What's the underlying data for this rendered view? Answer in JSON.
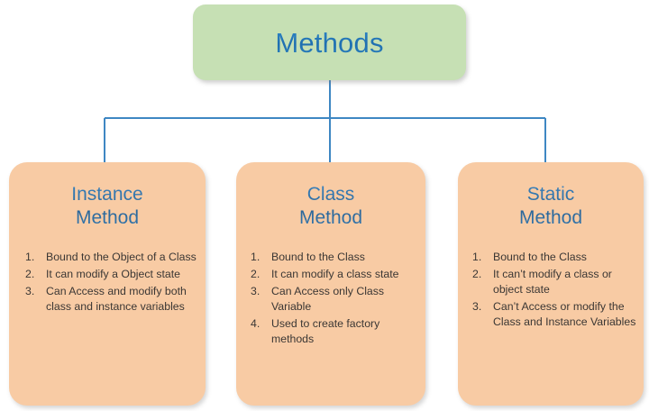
{
  "diagram": {
    "type": "hierarchy-tree",
    "root": {
      "label": "Methods",
      "fill": "#c6e0b4",
      "text_color": "#2072b8"
    },
    "connector_color": "#3e87c3",
    "background": "#ffffff",
    "children": [
      {
        "title_lines": [
          "Instance",
          "Method"
        ],
        "fill": "#f8cba4",
        "text_color": "#2e6da4",
        "items": [
          {
            "num": "1.",
            "text": "Bound to the Object of a Class"
          },
          {
            "num": "2.",
            "text": "It can modify a Object state"
          },
          {
            "num": "3.",
            "text": "Can Access and modify both class and instance variables"
          }
        ]
      },
      {
        "title_lines": [
          "Class",
          "Method"
        ],
        "fill": "#f8cba4",
        "text_color": "#2e6da4",
        "items": [
          {
            "num": "1.",
            "text": "Bound to the Class"
          },
          {
            "num": "2.",
            "text": "It can modify a class state"
          },
          {
            "num": "3.",
            "text": "Can Access only Class Variable"
          },
          {
            "num": "4.",
            "text": "Used to create factory methods"
          }
        ]
      },
      {
        "title_lines": [
          "Static",
          "Method"
        ],
        "fill": "#f8cba4",
        "text_color": "#2e6da4",
        "items": [
          {
            "num": "1.",
            "text": "Bound to the Class"
          },
          {
            "num": "2.",
            "text": "It can’t modify a class or object state"
          },
          {
            "num": "3.",
            "text": "Can’t Access or modify the Class and Instance Variables"
          }
        ]
      }
    ]
  }
}
